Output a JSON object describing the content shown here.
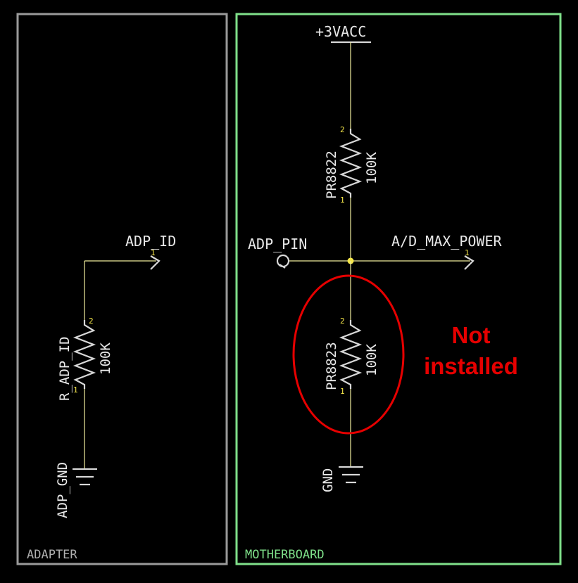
{
  "colors": {
    "background": "#000000",
    "adapter_border": "#9a9a9a",
    "motherboard_border": "#7fe08a",
    "wire": "#f0ec9c",
    "component": "#d8d8d8",
    "pin_number": "#f5e74a",
    "annotation": "#e60000"
  },
  "adapter": {
    "box_label": "ADAPTER",
    "net_label": "ADP_ID",
    "resistor": {
      "ref": "R_ADP_ID",
      "value": "100K",
      "pin1": "1",
      "pin2": "2"
    },
    "ground_label": "ADP_GND"
  },
  "motherboard": {
    "box_label": "MOTHERBOARD",
    "power_label": "+3VACC",
    "resistor_top": {
      "ref": "PR8822",
      "value": "100K",
      "pin1": "1",
      "pin2": "2"
    },
    "resistor_bottom": {
      "ref": "PR8823",
      "value": "100K",
      "pin1": "1",
      "pin2": "2"
    },
    "input_label": "ADP_PIN",
    "output_label": "A/D_MAX_POWER",
    "output_pin": "1",
    "ground_label": "GND"
  },
  "annotation": {
    "line1": "Not",
    "line2": "installed"
  }
}
